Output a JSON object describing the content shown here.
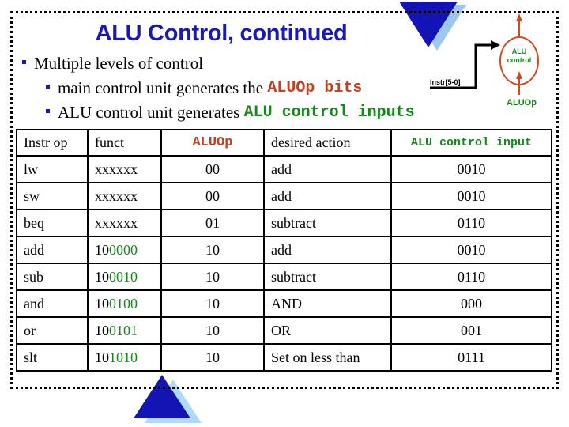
{
  "slide": {
    "title": "ALU Control, continued",
    "bullets": [
      {
        "text": "Multiple levels of control"
      },
      {
        "prefix": "main control unit generates the ",
        "code": "ALUOp bits",
        "code_color": "red"
      },
      {
        "prefix": "ALU control unit generates ",
        "code": "ALU control inputs",
        "code_color": "green"
      }
    ]
  },
  "schematic": {
    "oval_label_line1": "ALU",
    "oval_label_line2": "control",
    "aluop_label": "ALUOp",
    "instr_label": "Instr[5-0]",
    "oval_color": "#CF4A1E",
    "label_color": "#17871B",
    "wire_color": "#000000"
  },
  "table": {
    "headers": [
      "Instr op",
      "funct",
      "ALUOp",
      "desired action",
      "ALU control input"
    ],
    "rows": [
      {
        "instr_op": "lw",
        "funct_black": "",
        "funct_green": "xxxxxx",
        "funct_plain": "xxxxxx",
        "aluop": "00",
        "desired_action": "add",
        "alu_control_input": "0010"
      },
      {
        "instr_op": "sw",
        "funct_black": "",
        "funct_green": "xxxxxx",
        "funct_plain": "xxxxxx",
        "aluop": "00",
        "desired_action": "add",
        "alu_control_input": "0010"
      },
      {
        "instr_op": "beq",
        "funct_black": "",
        "funct_green": "xxxxxx",
        "funct_plain": "xxxxxx",
        "aluop": "01",
        "desired_action": "subtract",
        "alu_control_input": "0110"
      },
      {
        "instr_op": "add",
        "funct_black": "10",
        "funct_green": "0000",
        "funct_plain": "100000",
        "aluop": "10",
        "desired_action": "add",
        "alu_control_input": "0010"
      },
      {
        "instr_op": "sub",
        "funct_black": "10",
        "funct_green": "0010",
        "funct_plain": "100010",
        "aluop": "10",
        "desired_action": "subtract",
        "alu_control_input": "0110"
      },
      {
        "instr_op": "and",
        "funct_black": "10",
        "funct_green": "0100",
        "funct_plain": "100100",
        "aluop": "10",
        "desired_action": "AND",
        "alu_control_input": "000"
      },
      {
        "instr_op": "or",
        "funct_black": "10",
        "funct_green": "0101",
        "funct_plain": "100101",
        "aluop": "10",
        "desired_action": "OR",
        "alu_control_input": "001"
      },
      {
        "instr_op": "slt",
        "funct_black": "10",
        "funct_green": "1010",
        "funct_plain": "101010",
        "aluop": "10",
        "desired_action": "Set on less than",
        "alu_control_input": "0111"
      }
    ]
  },
  "colors": {
    "title_blue": "#1A1AB0",
    "accent_red": "#C0411F",
    "accent_green": "#17871B",
    "triangle_dark": "#1414B4",
    "triangle_light": "#AEDCF7"
  }
}
